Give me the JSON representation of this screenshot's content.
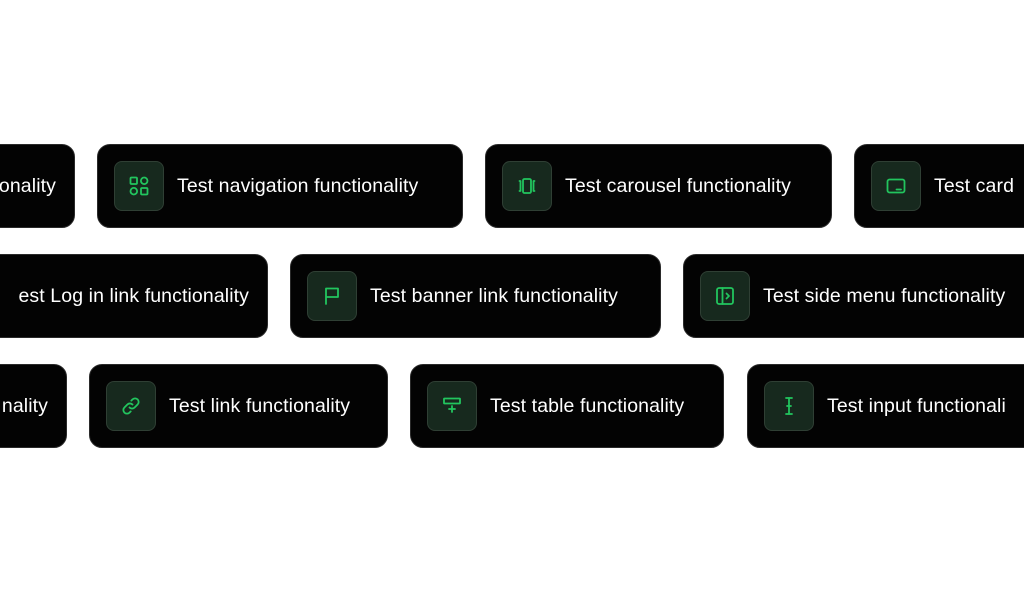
{
  "accent_color": "#22c55e",
  "rows": [
    {
      "chips": [
        {
          "label": "onality",
          "icon": null
        },
        {
          "label": "Test navigation functionality",
          "icon": "grid-shapes-icon"
        },
        {
          "label": "Test carousel functionality",
          "icon": "carousel-icon"
        },
        {
          "label": "Test card",
          "icon": "card-icon"
        }
      ]
    },
    {
      "chips": [
        {
          "label": "est Log in link functionality",
          "icon": null
        },
        {
          "label": "Test banner link functionality",
          "icon": "flag-icon"
        },
        {
          "label": "Test side menu functionality",
          "icon": "side-menu-icon"
        }
      ]
    },
    {
      "chips": [
        {
          "label": "nality",
          "icon": null
        },
        {
          "label": "Test link functionality",
          "icon": "link-icon"
        },
        {
          "label": "Test table functionality",
          "icon": "table-icon"
        },
        {
          "label": "Test input functionali",
          "icon": "text-cursor-icon"
        }
      ]
    }
  ]
}
